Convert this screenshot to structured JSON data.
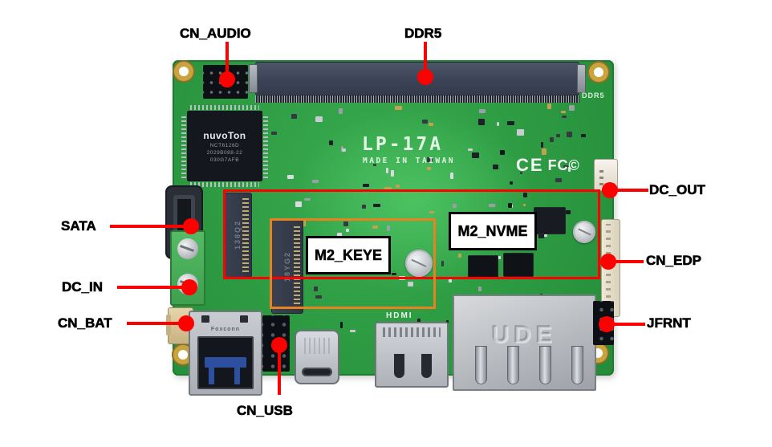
{
  "callouts": [
    {
      "id": "cn-audio",
      "label": "CN_AUDIO"
    },
    {
      "id": "ddr5",
      "label": "DDR5"
    },
    {
      "id": "sata",
      "label": "SATA"
    },
    {
      "id": "dc-in",
      "label": "DC_IN"
    },
    {
      "id": "cn-bat",
      "label": "CN_BAT"
    },
    {
      "id": "cn-usb",
      "label": "CN_USB"
    },
    {
      "id": "dc-out",
      "label": "DC_OUT"
    },
    {
      "id": "cn-edp",
      "label": "CN_EDP"
    },
    {
      "id": "jfrnt",
      "label": "JFRNT"
    }
  ],
  "regions": [
    {
      "id": "m2-keye",
      "label": "M2_KEYE",
      "outline_color": "#e8821e"
    },
    {
      "id": "m2-nvme",
      "label": "M2_NVME",
      "outline_color": "#ff0000"
    }
  ],
  "board_silkscreen": {
    "model": "LP-17A",
    "origin": "MADE IN TAIWAN",
    "ddr5": "DDR5",
    "hdmi": "HDMI",
    "cert_ce": "CE",
    "cert_fcc": "FC©",
    "m2_slot_marking": "138Q2",
    "m2_keye_marking": "18YG2"
  },
  "chips": {
    "super_io": {
      "brand": "nuvoTon",
      "part": "NCT6126D",
      "line2": "2029B088-22",
      "line3": "030G7AFB"
    }
  },
  "connector_markings": {
    "usb3_brand": "Foxconn",
    "lan_brand": "UDE"
  },
  "colors": {
    "callout_red": "#ff0000",
    "highlight_orange": "#e8821e",
    "pcb_green": "#2e9c43",
    "label_black": "#000000"
  }
}
